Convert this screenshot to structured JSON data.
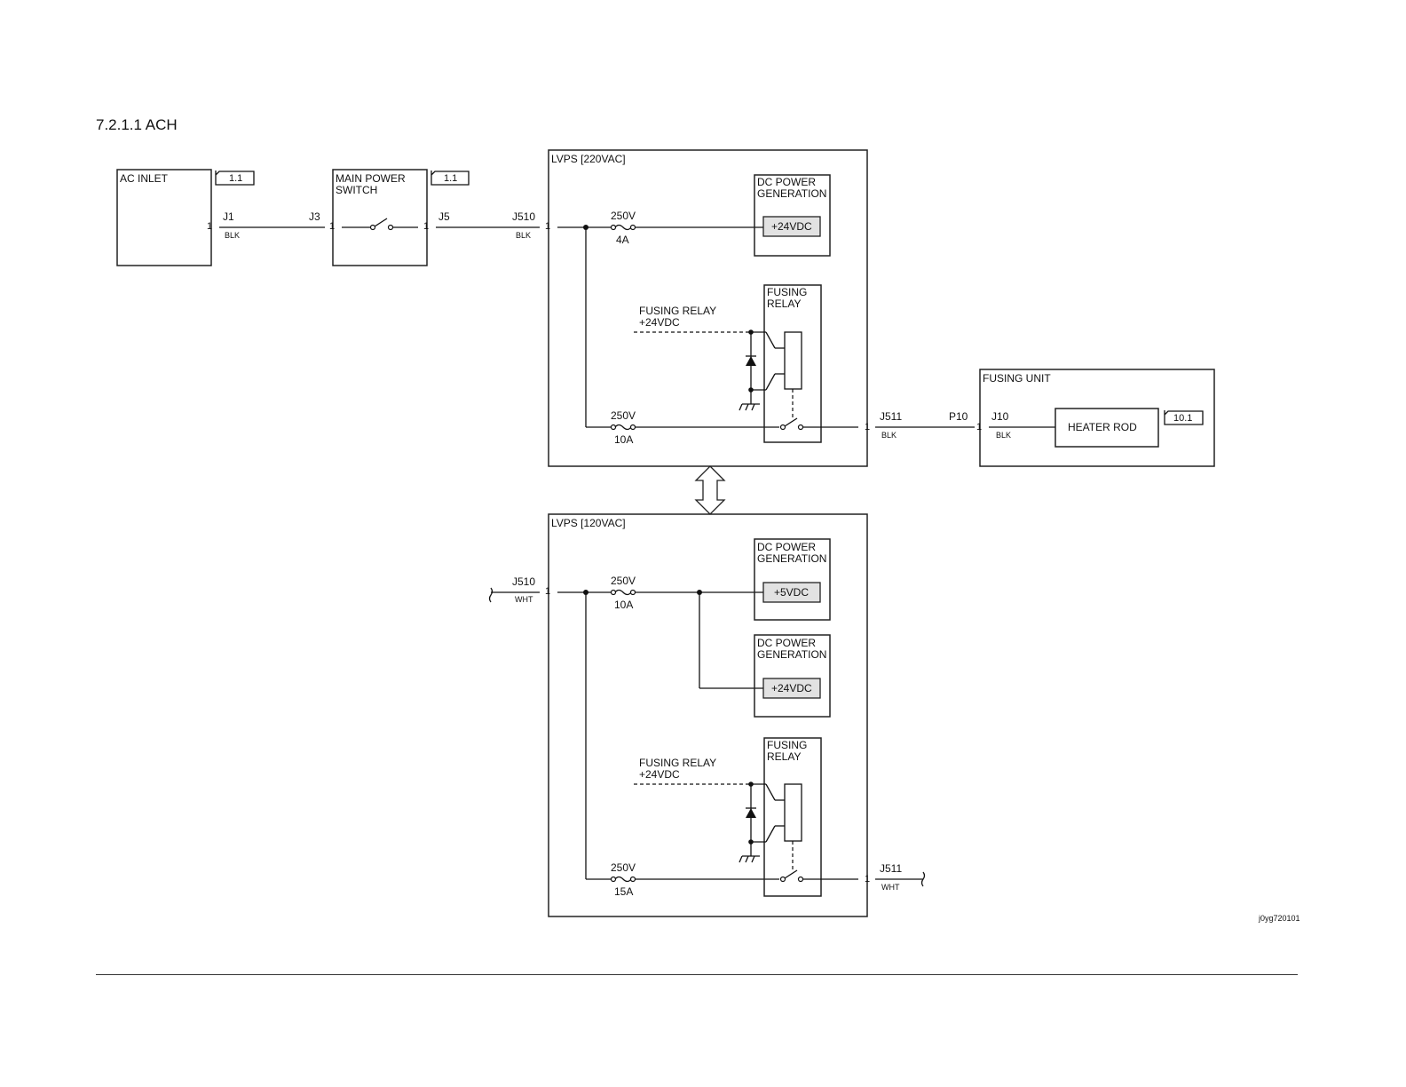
{
  "page": {
    "title": "7.2.1.1 ACH",
    "figure_id": "j0yg720101"
  },
  "ac_inlet": {
    "label": "AC INLET",
    "ref": "1.1",
    "connector": "J1",
    "pin": "1",
    "wire": "BLK"
  },
  "main_power_switch": {
    "label_line1": "MAIN POWER",
    "label_line2": "SWITCH",
    "ref": "1.1",
    "conn_in": "J3",
    "conn_out": "J5",
    "pin": "1"
  },
  "lvps_220": {
    "label": "LVPS [220VAC]",
    "input": {
      "connector": "J510",
      "pin": "1",
      "wire": "BLK"
    },
    "fuse1": {
      "voltage": "250V",
      "current": "4A"
    },
    "dc_gen": {
      "line1": "DC POWER",
      "line2": "GENERATION",
      "output": "+24VDC"
    },
    "relay": {
      "line1": "FUSING",
      "line2": "RELAY",
      "signal_line1": "FUSING RELAY",
      "signal_line2": "+24VDC"
    },
    "fuse2": {
      "voltage": "250V",
      "current": "10A"
    },
    "output": {
      "connector": "J511",
      "pin": "1",
      "wire": "BLK"
    }
  },
  "fusing_unit": {
    "label": "FUSING UNIT",
    "plug": "P10",
    "connector": "J10",
    "pin": "1",
    "wire": "BLK",
    "heater": "HEATER ROD",
    "ref": "10.1"
  },
  "lvps_120": {
    "label": "LVPS [120VAC]",
    "input": {
      "connector": "J510",
      "pin": "1",
      "wire": "WHT"
    },
    "fuse1": {
      "voltage": "250V",
      "current": "10A"
    },
    "dc_gen_5v": {
      "line1": "DC POWER",
      "line2": "GENERATION",
      "output": "+5VDC"
    },
    "dc_gen_24v": {
      "line1": "DC POWER",
      "line2": "GENERATION",
      "output": "+24VDC"
    },
    "relay": {
      "line1": "FUSING",
      "line2": "RELAY",
      "signal_line1": "FUSING RELAY",
      "signal_line2": "+24VDC"
    },
    "fuse2": {
      "voltage": "250V",
      "current": "15A"
    },
    "output": {
      "connector": "J511",
      "pin": "1",
      "wire": "WHT"
    }
  }
}
